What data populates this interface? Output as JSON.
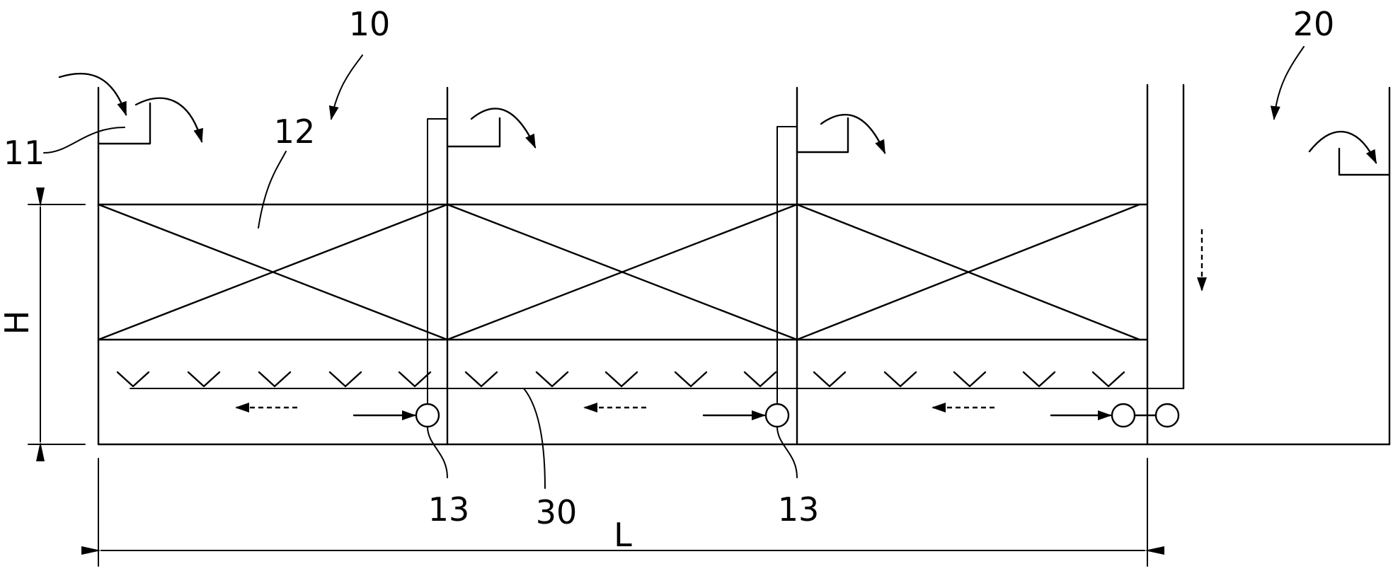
{
  "labels": {
    "tank_left": "10",
    "tank_right": "20",
    "inlet": "11",
    "packing": "12",
    "diffuser_a": "13",
    "diffuser_b": "13",
    "pipe": "30",
    "length": "L",
    "height": "H"
  }
}
